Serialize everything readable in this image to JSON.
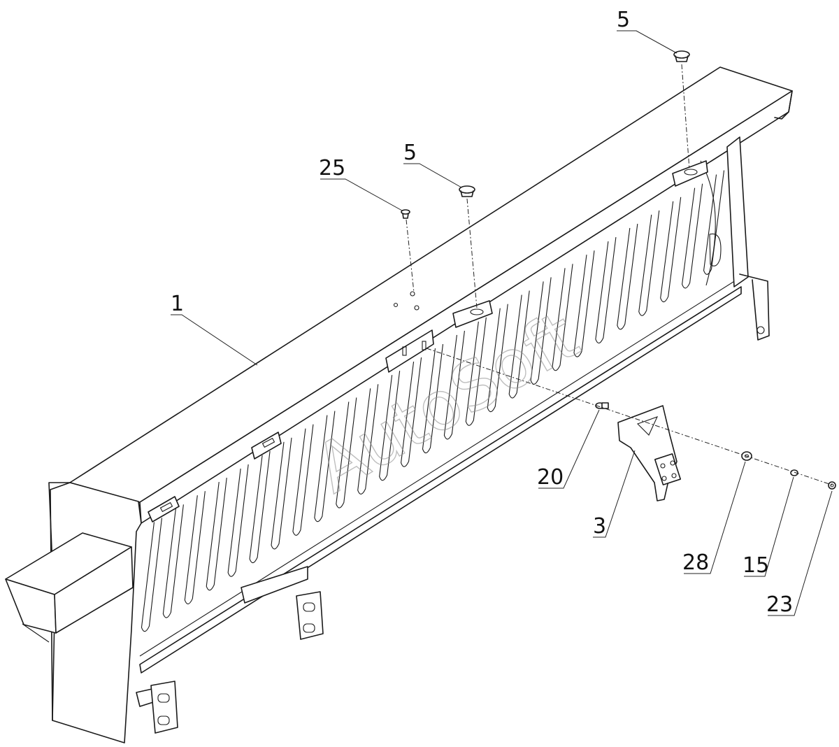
{
  "watermark": "AutoSoft",
  "callouts": [
    "5",
    "5",
    "25",
    "1",
    "20",
    "3",
    "28",
    "15",
    "23"
  ]
}
